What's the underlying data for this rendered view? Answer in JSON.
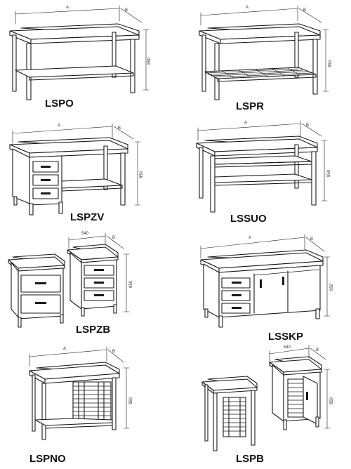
{
  "tables": [
    {
      "code": "LSPO",
      "dim_a": "A",
      "dim_b": "B",
      "dim_h": "850"
    },
    {
      "code": "LSPR",
      "dim_a": "A",
      "dim_b": "B",
      "dim_h": "850"
    },
    {
      "code": "LSPZV",
      "dim_a": "A",
      "dim_b": "B",
      "dim_h": "850"
    },
    {
      "code": "LSSUO",
      "dim_a": "A",
      "dim_b": "B",
      "dim_h": "850"
    },
    {
      "code": "LSPZB",
      "dim_a": "540",
      "dim_b": "B",
      "dim_h": "850"
    },
    {
      "code": "LSSKP",
      "dim_a": "A",
      "dim_b": "B",
      "dim_h": "850"
    },
    {
      "code": "LSPNO",
      "dim_a": "A",
      "dim_b": "B",
      "dim_h": "850"
    },
    {
      "code": "LSPB",
      "dim_a": "540",
      "dim_b": "B",
      "dim_h": "850"
    }
  ]
}
